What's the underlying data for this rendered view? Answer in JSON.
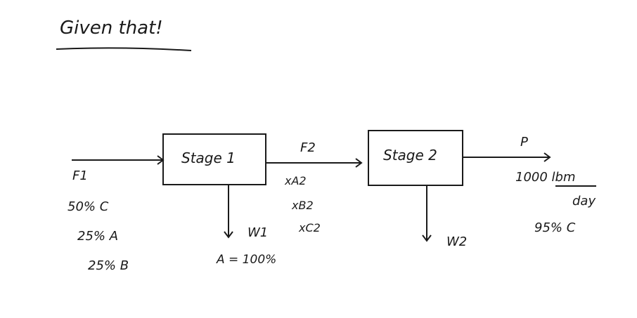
{
  "header": {
    "title": "Given that!"
  },
  "diagram": {
    "stage1": {
      "label": "Stage 1"
    },
    "stage2": {
      "label": "Stage 2"
    },
    "feed": {
      "label": "F1",
      "composition": [
        "50% C",
        "25% A",
        "25% B"
      ]
    },
    "intermediate": {
      "label": "F2",
      "composition": [
        "xA2",
        "xB2",
        "xC2"
      ]
    },
    "waste1": {
      "label": "W1",
      "note": "A = 100%"
    },
    "waste2": {
      "label": "W2"
    },
    "product": {
      "label": "P",
      "rate_value": "1000 lbm",
      "rate_unit": "day",
      "purity": "95% C"
    }
  }
}
